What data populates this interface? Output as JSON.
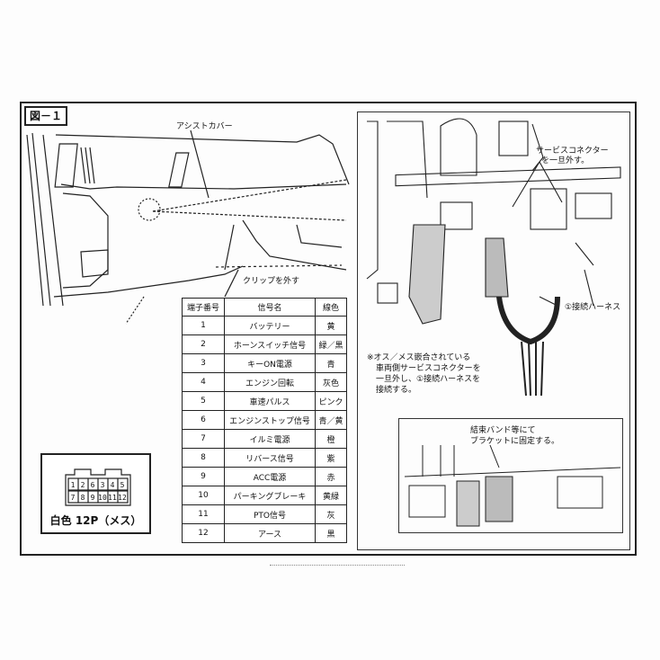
{
  "figure": {
    "label": "図－１",
    "left_panel": {
      "callouts": {
        "assist_cover": "アシストカバー",
        "clip": "クリップを外す"
      }
    },
    "pin_table": {
      "headers": [
        "端子番号",
        "信号名",
        "線色"
      ],
      "rows": [
        {
          "pin": "1",
          "signal": "バッテリー",
          "color": "黄"
        },
        {
          "pin": "2",
          "signal": "ホーンスイッチ信号",
          "color": "緑／黒"
        },
        {
          "pin": "3",
          "signal": "キーON電源",
          "color": "青"
        },
        {
          "pin": "4",
          "signal": "エンジン回転",
          "color": "灰色"
        },
        {
          "pin": "5",
          "signal": "車速パルス",
          "color": "ピンク"
        },
        {
          "pin": "6",
          "signal": "エンジンストップ信号",
          "color": "青／黄"
        },
        {
          "pin": "7",
          "signal": "イルミ電源",
          "color": "橙"
        },
        {
          "pin": "8",
          "signal": "リバース信号",
          "color": "紫"
        },
        {
          "pin": "9",
          "signal": "ACC電源",
          "color": "赤"
        },
        {
          "pin": "10",
          "signal": "パーキングブレーキ",
          "color": "黄緑"
        },
        {
          "pin": "11",
          "signal": "PTO信号",
          "color": "灰"
        },
        {
          "pin": "12",
          "signal": "アース",
          "color": "黒"
        }
      ]
    },
    "connector": {
      "caption": "白色 12P（メス）",
      "pin_rows": [
        [
          "1",
          "2",
          "",
          "3",
          "4",
          "5",
          "6"
        ],
        [
          "7",
          "8",
          "9",
          "10",
          "11",
          "12"
        ]
      ]
    },
    "right_panel": {
      "callouts": {
        "service_connector": [
          "サービスコネクター",
          "を一旦外す。"
        ],
        "harness": "①接続ハーネス"
      },
      "note": [
        "※オス／メス嵌合されている",
        "車両側サービスコネクターを",
        "一旦外し、①接続ハーネスを",
        "接続する。"
      ],
      "inset_callout": [
        "結束バンド等にて",
        "ブラケットに固定する。"
      ]
    }
  }
}
